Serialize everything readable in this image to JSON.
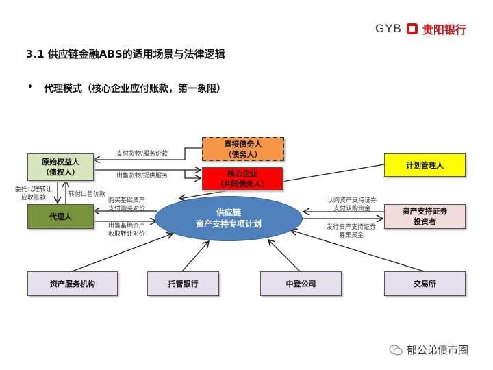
{
  "logo": {
    "abbr": "GYB",
    "name": "贵阳银行"
  },
  "title": "3.1 供应链金融ABS的适用场景与法律逻辑",
  "bullet": "•",
  "subtitle": "代理模式（核心企业应付账款，第一象限）",
  "nodes": {
    "originator": [
      "原始权益人",
      "（债权人）"
    ],
    "agent": "代理人",
    "direct_debtor": [
      "直接债务人",
      "（债务人）"
    ],
    "core_enterprise": [
      "核心企业",
      "（共同债务人）"
    ],
    "spv": [
      "供应链",
      "资产支持专项计划"
    ],
    "manager": "计划管理人",
    "investor": [
      "资产支持证券",
      "投资者"
    ],
    "servicer": "资产服务机构",
    "custodian": "托管银行",
    "csdc": "中登公司",
    "exchange": "交易所"
  },
  "labels": {
    "pay_goods": "支付货物/服务价款",
    "sell_goods": "出售货物/提供服务",
    "entrust": [
      "委托代理转让",
      "应收账款"
    ],
    "transfer_pay": "转付出售价款",
    "buy_assets": [
      "购买基础资产",
      "支付购买对价"
    ],
    "sell_assets": [
      "出售基础资产",
      "收取转让对价"
    ],
    "subscribe": [
      "认购资产支持证券",
      "支付认购资金"
    ],
    "issue": [
      "发行资产支持证券",
      "募集资金"
    ]
  },
  "watermark": "郁公弟债市圈",
  "colors": {
    "originator": "#d7e4bd",
    "agent": "#77933c",
    "direct": "#f79646",
    "core": "#ff0000",
    "spv": "#4f81bd",
    "manager": "#ffff00",
    "investor": "#f2dcdb",
    "bottom": "#e6e0ec"
  }
}
